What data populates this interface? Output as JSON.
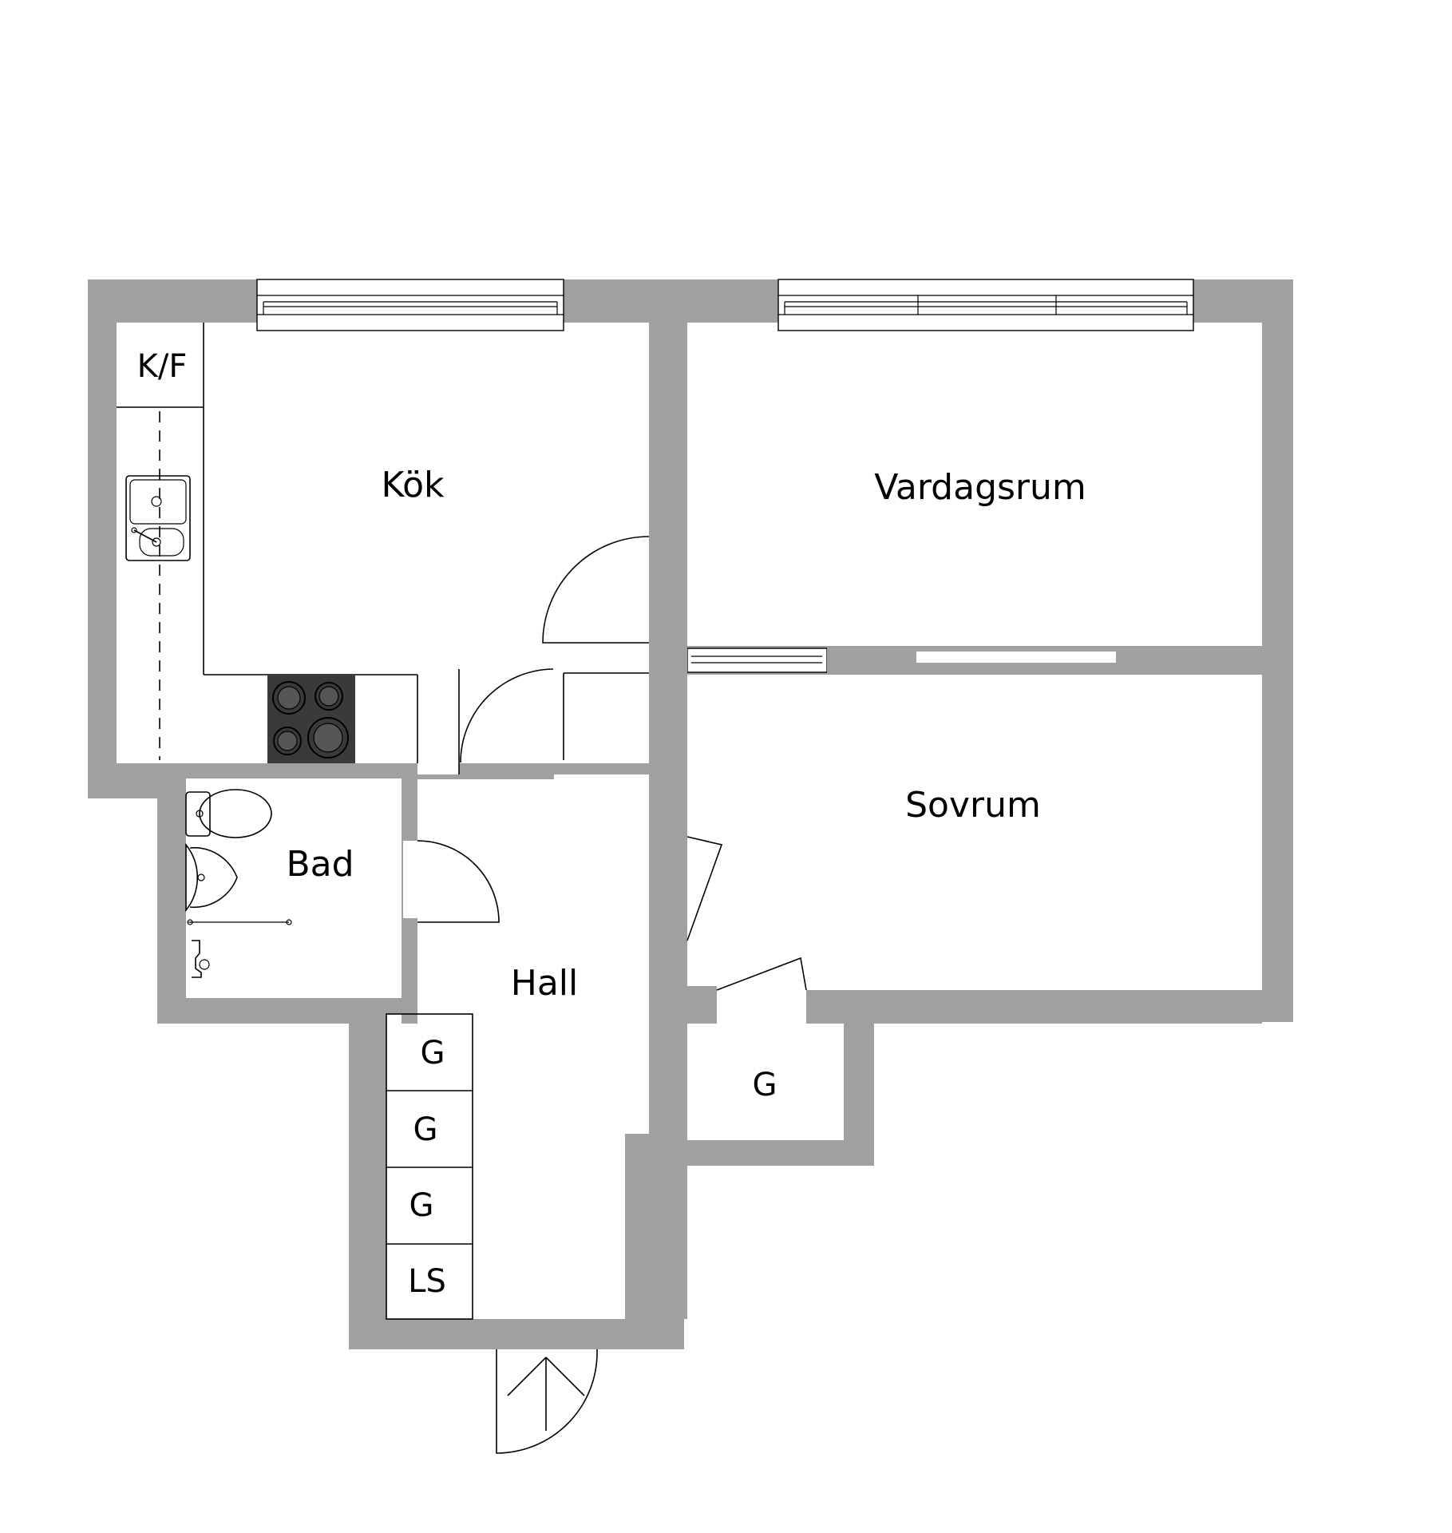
{
  "rooms": {
    "kok": "Kök",
    "vardagsrum": "Vardagsrum",
    "sovrum": "Sovrum",
    "bad": "Bad",
    "hall": "Hall"
  },
  "fixtures": {
    "kf": "K/F",
    "closet_sovrum": "G",
    "closet_hall_1": "G",
    "closet_hall_2": "G",
    "closet_hall_3": "G",
    "linen": "LS"
  },
  "colors": {
    "wall": "#a0a0a0",
    "stove": "#3a3a3a"
  }
}
